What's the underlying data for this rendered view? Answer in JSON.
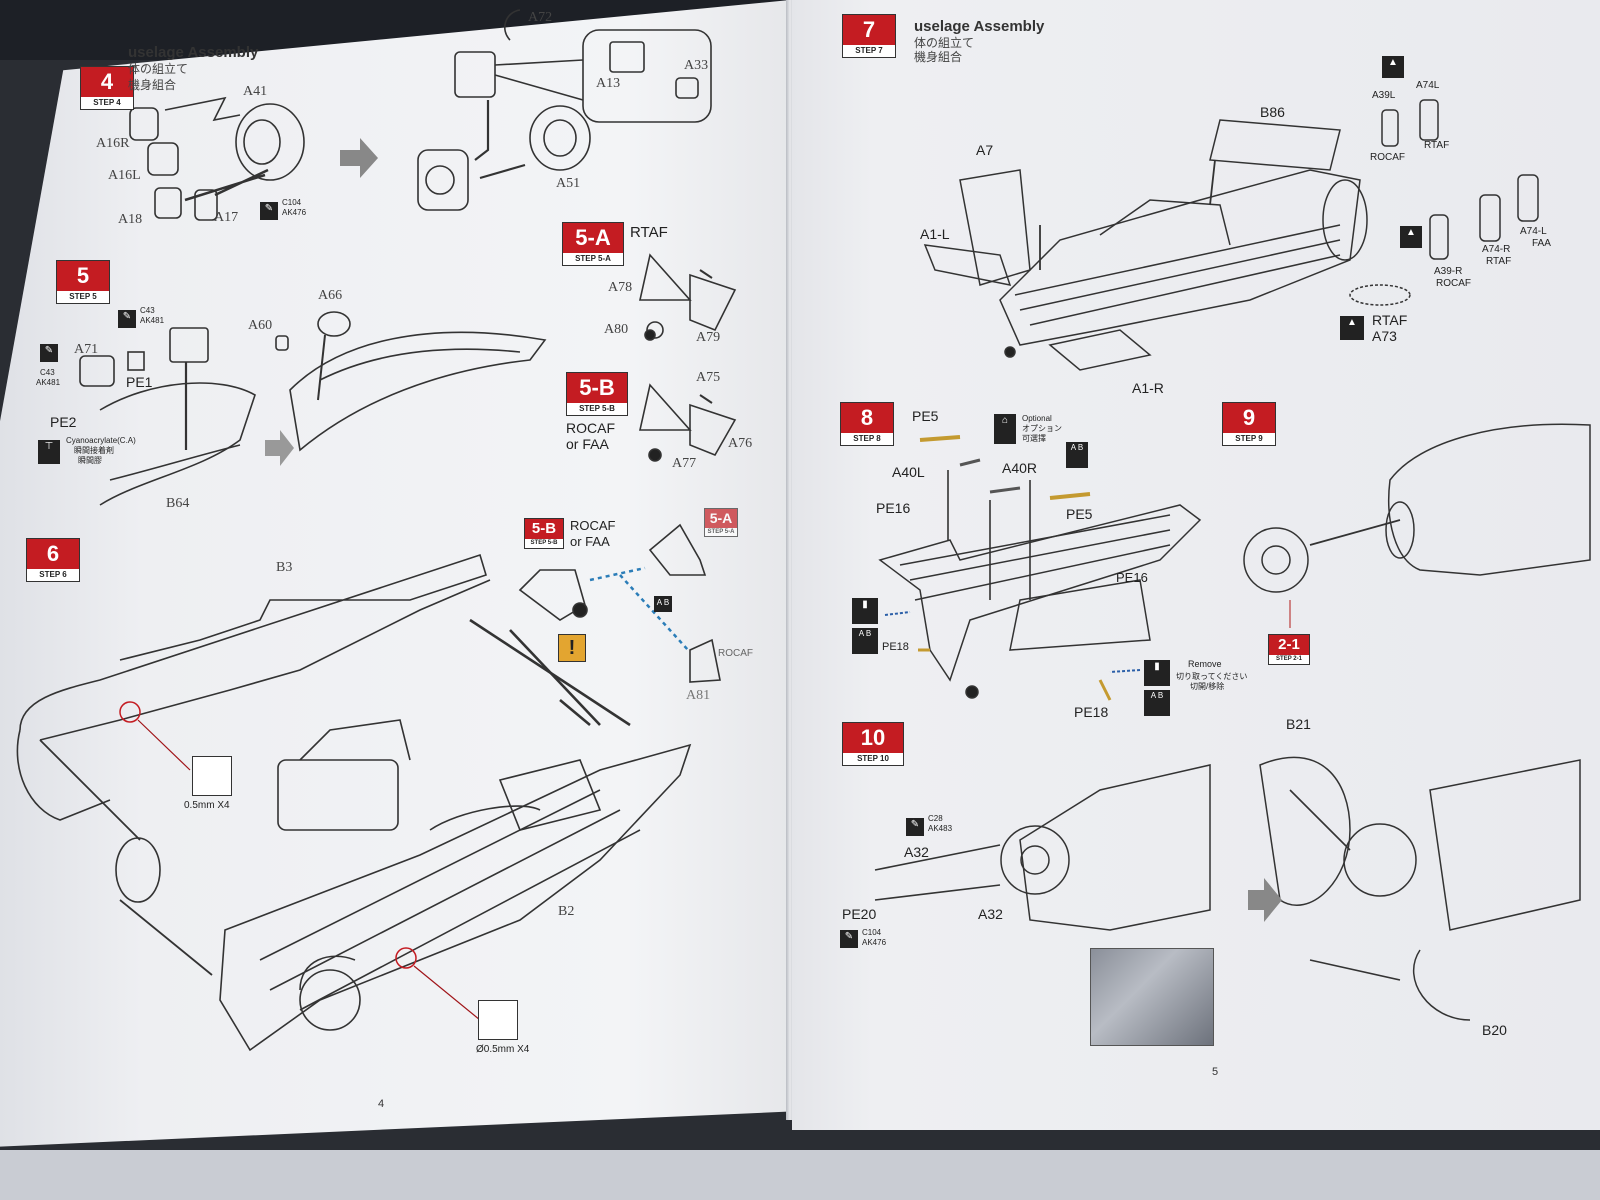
{
  "page_left": {
    "page_number": "4",
    "step4": {
      "badge_num": "4",
      "badge_label": "STEP 4",
      "title": "uselage Assembly",
      "sub1": "体の組立て",
      "sub2": "機身組合",
      "parts": [
        "A16R",
        "A16L",
        "A41",
        "A18",
        "A17",
        "C104",
        "AK476"
      ],
      "parts2": [
        "A72",
        "A13",
        "A33",
        "A51"
      ]
    },
    "step5": {
      "badge_num": "5",
      "badge_label": "STEP 5",
      "parts": [
        "C43",
        "AK481",
        "A71",
        "C43",
        "AK481",
        "PE1",
        "PE2",
        "A60",
        "A66",
        "B64"
      ],
      "note": "Cyanoacrylate(C.A)",
      "note_jp1": "瞬間接着剤",
      "note_jp2": "瞬間膠"
    },
    "step5a": {
      "badge_num": "5-A",
      "badge_label": "STEP 5-A",
      "variant": "RTAF",
      "parts": [
        "A78",
        "A80",
        "A79"
      ]
    },
    "step5b": {
      "badge_num": "5-B",
      "badge_label": "STEP 5-B",
      "variant1": "ROCAF",
      "variant2": "or FAA",
      "parts": [
        "A75",
        "A76",
        "A77"
      ]
    },
    "step6": {
      "badge_num": "6",
      "badge_label": "STEP 6",
      "parts": [
        "B3",
        "B2",
        "A81"
      ],
      "ref5b_num": "5-B",
      "ref5b_label": "STEP 5-B",
      "ref5b_text1": "ROCAF",
      "ref5b_text2": "or FAA",
      "ref5a_num": "5-A",
      "ref5a_label": "STEP 5-A",
      "rocaf_label": "ROCAF",
      "drill1": "0.5mm X4",
      "drill2": "Ø0.5mm X4",
      "excl": "!"
    }
  },
  "page_right": {
    "page_number": "5",
    "step7": {
      "badge_num": "7",
      "badge_label": "STEP 7",
      "title": "uselage Assembly",
      "sub1": "体の組立て",
      "sub2": "機身組合",
      "parts": [
        "B86",
        "A7",
        "A1-L",
        "A1-R",
        "A39L",
        "A74L",
        "ROCAF",
        "RTAF",
        "A39-R",
        "ROCAF",
        "A74-R",
        "RTAF",
        "A74-L",
        "FAA",
        "RTAF",
        "A73"
      ]
    },
    "step8": {
      "badge_num": "8",
      "badge_label": "STEP 8",
      "parts": [
        "PE5",
        "A40L",
        "A40R",
        "PE5",
        "PE16",
        "PE16",
        "PE18",
        "PE18"
      ],
      "optional": "Optional",
      "optional_jp1": "オプション",
      "optional_jp2": "可選擇",
      "remove": "Remove",
      "remove_jp1": "切り取ってください",
      "remove_jp2": "切開/移除",
      "ab": "A B"
    },
    "step9": {
      "badge_num": "9",
      "badge_label": "STEP 9",
      "ref_num": "2-1",
      "ref_label": "STEP 2-1"
    },
    "step10": {
      "badge_num": "10",
      "badge_label": "STEP 10",
      "parts": [
        "C28",
        "AK483",
        "A32",
        "PE20",
        "A32",
        "C104",
        "AK476",
        "B21",
        "B20"
      ]
    }
  }
}
